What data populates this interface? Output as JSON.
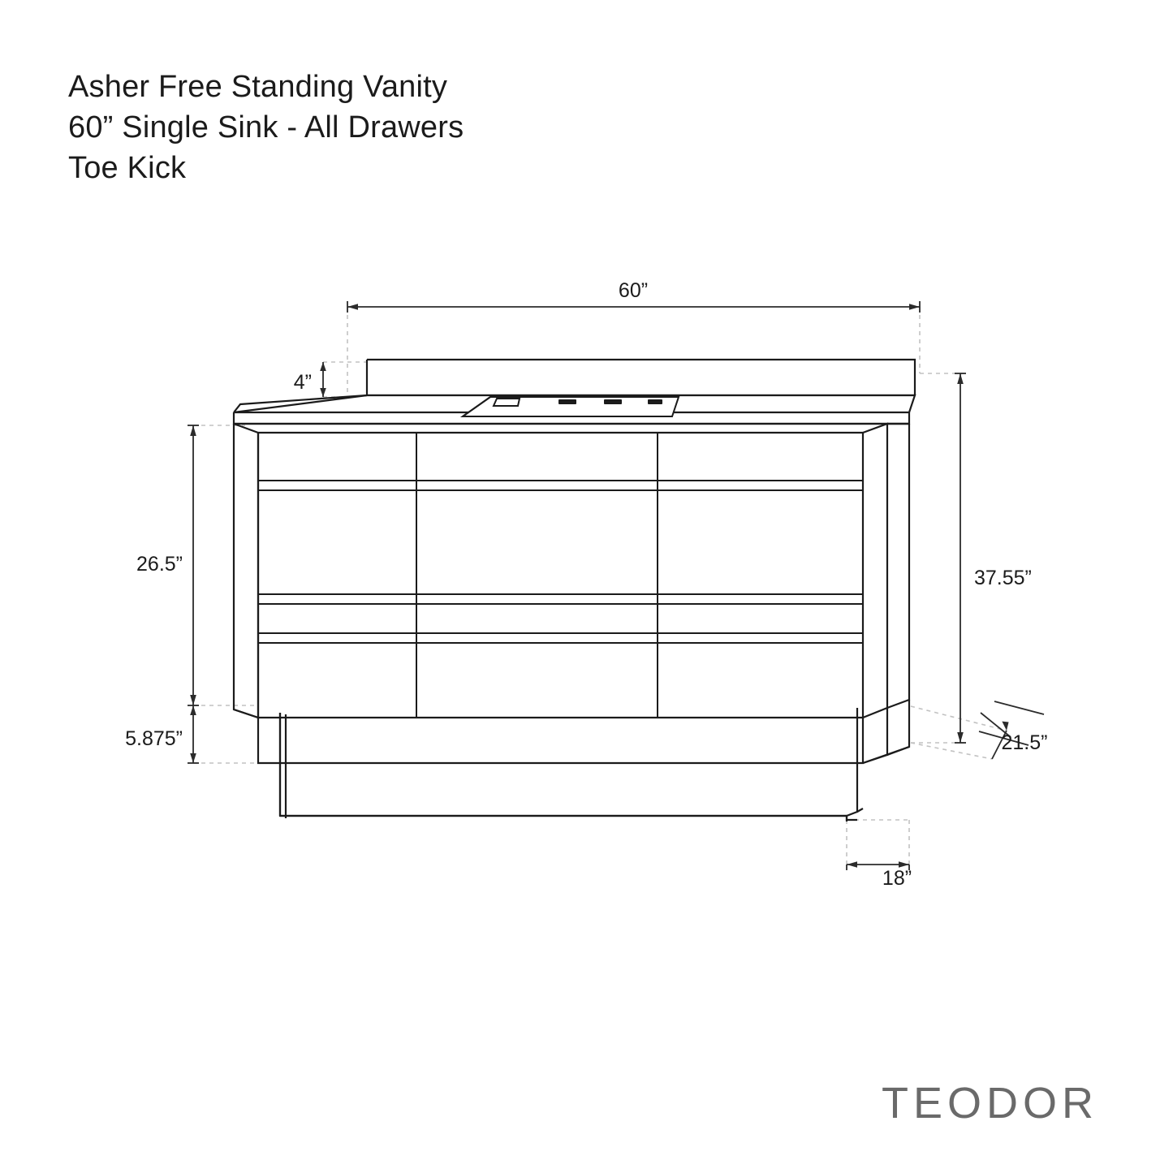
{
  "title": {
    "line1": "Asher Free Standing Vanity",
    "line2": "60”  Single Sink - All Drawers",
    "line3": "Toe Kick"
  },
  "brand": "TEODOR",
  "dimensions": {
    "width_top": "60”",
    "backsplash_height": "4”",
    "cabinet_height": "26.5”",
    "toe_kick_height": "5.875”",
    "overall_height": "37.55”",
    "counter_depth": "21.5”",
    "base_depth": "18”"
  },
  "colors": {
    "line": "#1b1b1b",
    "dimension_line": "#3a3a3a",
    "extension_line": "#bdbdbd",
    "brand": "#6a6a6a"
  }
}
